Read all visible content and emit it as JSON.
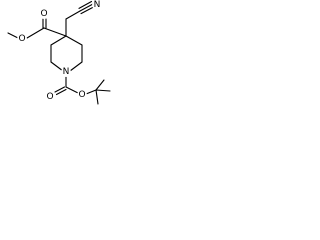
{
  "molecule": {
    "atom_labels": {
      "nitrile_nitrogen": "N",
      "ester_carbonyl_oxygen": "O",
      "ester_ether_oxygen": "O",
      "ring_nitrogen": "N",
      "boc_carbonyl_oxygen": "O",
      "boc_ether_oxygen": "O"
    }
  }
}
